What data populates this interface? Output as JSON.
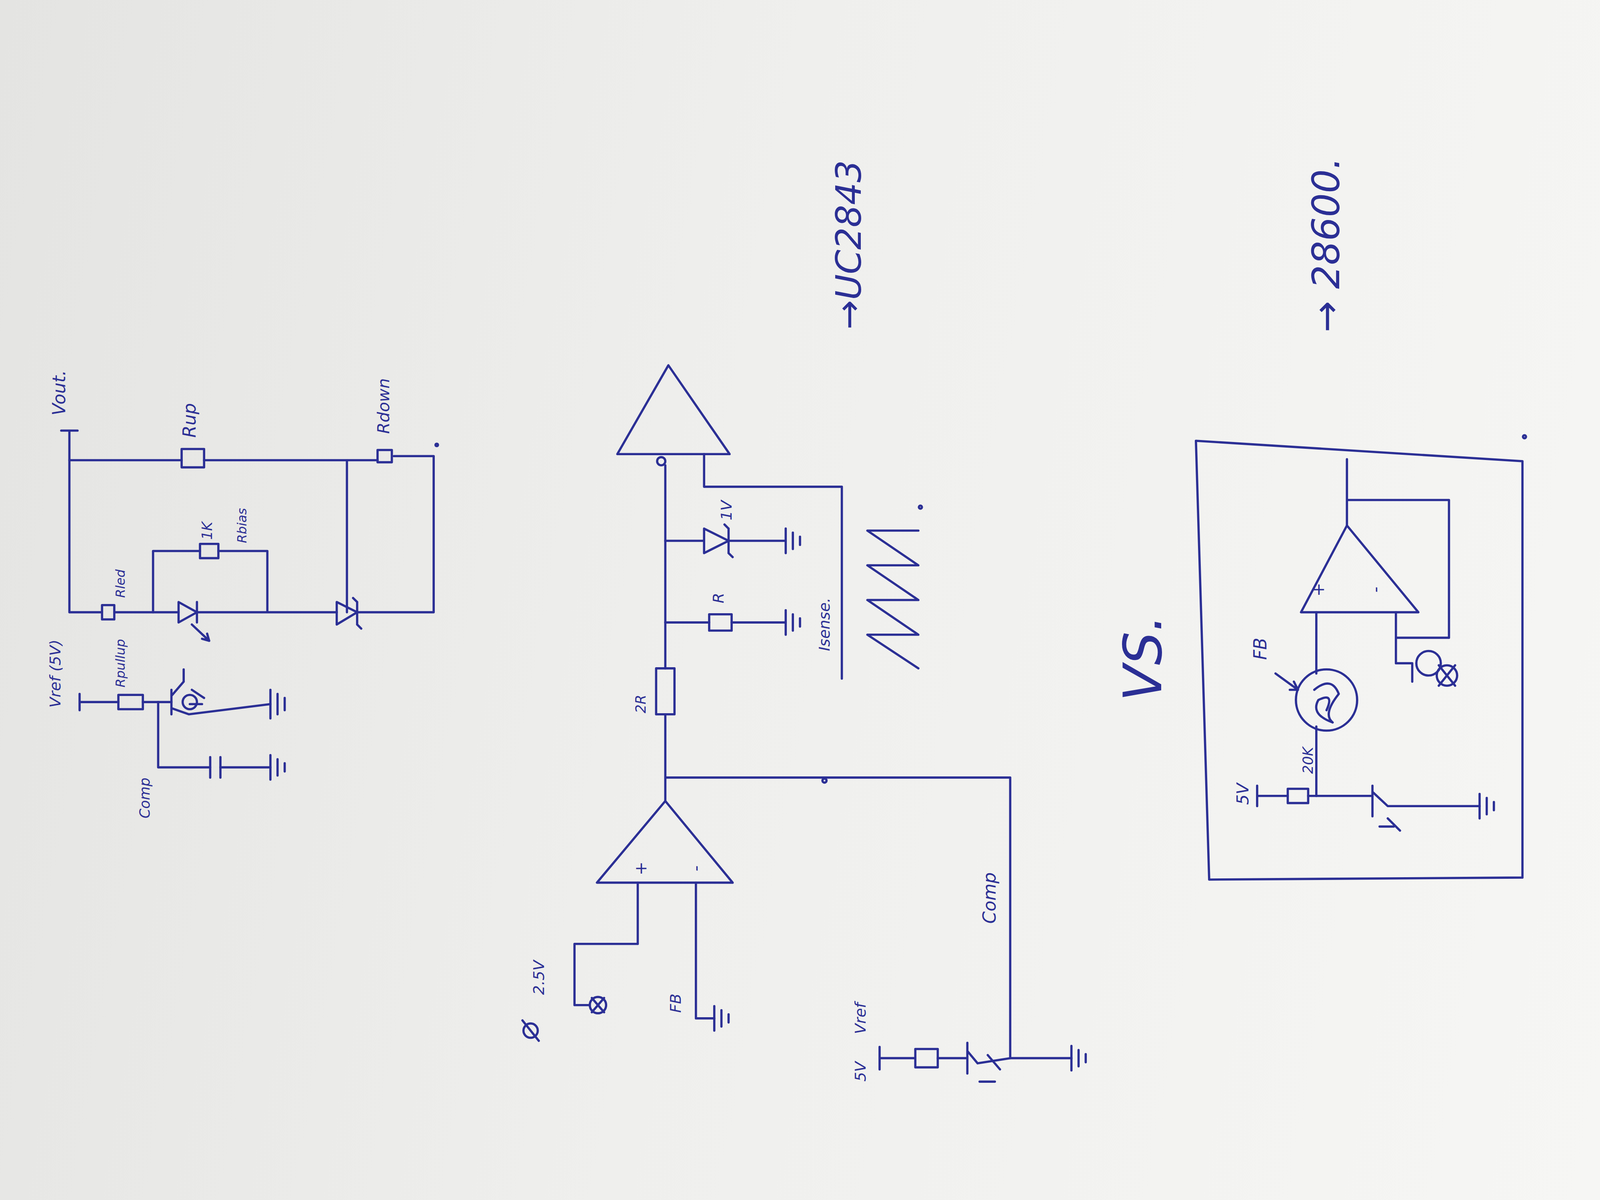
{
  "diagram": {
    "labels": [
      "Vout.",
      "Rup",
      "Rdown",
      "Rled",
      "1K",
      "Rbias",
      "Vref (5V)",
      "Rpullup",
      "Comp",
      "2R",
      "R",
      "1V",
      "Isense.",
      "→UC2843",
      "2.5V",
      "+",
      "-",
      "FB",
      "Comp",
      "5V",
      "Vref",
      "VS.",
      "→ 28600.",
      "5V",
      "20K",
      "FB",
      "+",
      "-"
    ]
  }
}
